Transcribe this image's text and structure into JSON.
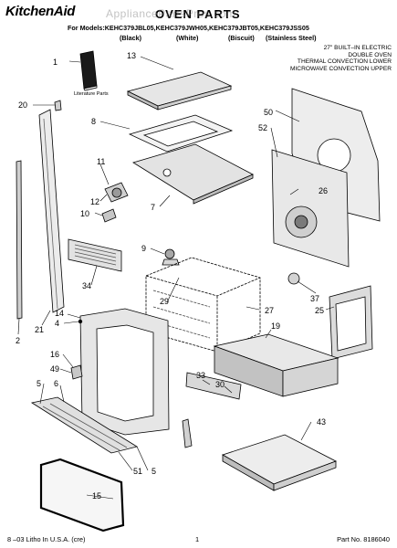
{
  "header": {
    "brand": "KitchenAid",
    "title": "OVEN PARTS",
    "models_line": "For Models:KEHC379JBL05,KEHC379JWH05,KEHC379JBT05,KEHC379JSS05",
    "colors": [
      "(Black)",
      "(White)",
      "(Biscuit)",
      "(Stainless Steel)"
    ],
    "description": [
      "27\" BUILT–IN ELECTRIC",
      "DOUBLE OVEN",
      "THERMAL CONVECTION LOWER",
      "MICROWAVE CONVECTION UPPER"
    ]
  },
  "watermark": "AppliancePartsPros.com",
  "literature_label": "Literature Parts",
  "callouts": [
    "1",
    "13",
    "20",
    "8",
    "50",
    "52",
    "11",
    "12",
    "10",
    "7",
    "26",
    "9",
    "34",
    "29",
    "37",
    "27",
    "25",
    "14",
    "4",
    "21",
    "2",
    "19",
    "16",
    "49",
    "33",
    "30",
    "5",
    "6",
    "43",
    "51",
    "15"
  ],
  "footer": {
    "left": "8 –03 Litho In U.S.A. (cre)",
    "center": "1",
    "right": "Part No. 8186040"
  },
  "colors": {
    "line": "#000000",
    "shade": "#d9d9d9",
    "dark": "#7a7a7a"
  }
}
